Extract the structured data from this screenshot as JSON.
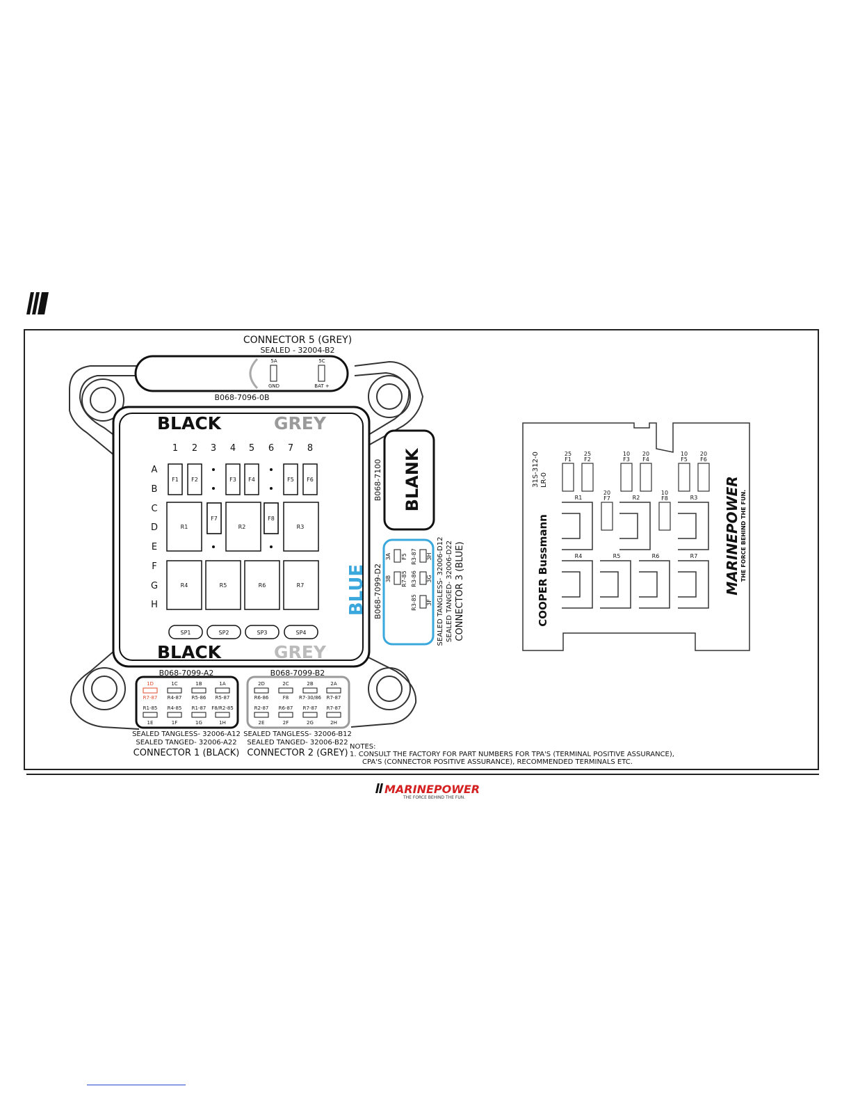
{
  "colors": {
    "black": "#111111",
    "grey": "#9a9a9a",
    "blue": "#3aa8dc",
    "red": "#e04a2a",
    "brand_red": "#d42020"
  },
  "header_mark_icon": "slash-stripes-icon",
  "connector5": {
    "title": "CONNECTOR 5 (GREY)",
    "part": "SEALED - 32004-B2",
    "pin_a": "5A",
    "pin_c": "5C",
    "pin_a_label": "GND",
    "pin_c_label": "BAT +",
    "code": "B068-7096-0B"
  },
  "block": {
    "top_left": "BLACK",
    "top_right": "GREY",
    "bottom_left": "BLACK",
    "bottom_right": "GREY",
    "columns": [
      "1",
      "2",
      "3",
      "4",
      "5",
      "6",
      "7",
      "8"
    ],
    "rows": [
      "A",
      "B",
      "C",
      "D",
      "E",
      "F",
      "G",
      "H"
    ],
    "fuses": [
      "F1",
      "F2",
      "F3",
      "F4",
      "F5",
      "F6",
      "F7",
      "F8"
    ],
    "relays": [
      "R1",
      "R2",
      "R3",
      "R4",
      "R5",
      "R6",
      "R7"
    ],
    "spares": [
      "SP1",
      "SP2",
      "SP3",
      "SP4"
    ]
  },
  "blank": {
    "label": "BLANK",
    "code": "B068-7100"
  },
  "connector3": {
    "color_label": "BLUE",
    "code": "B068-7099-D2",
    "title": "CONNECTOR 3 (BLUE)",
    "tanged": "SEALED TANGED- 32006-D22",
    "tangless": "SEALED TANGLESS- 32006-D12",
    "pins": [
      {
        "pin": "3A",
        "a": "F5",
        "b": "R3-87",
        "c": "3H"
      },
      {
        "pin": "3B",
        "a": "R7-85",
        "b": "R3-86",
        "c": "3G"
      },
      {
        "pin": "",
        "a": "R3-85",
        "b": "",
        "c": "3F"
      }
    ]
  },
  "connector1": {
    "code": "B068-7099-A2",
    "tangless": "SEALED TANGLESS- 32006-A12",
    "tanged": "SEALED TANGED- 32006-A22",
    "title": "CONNECTOR 1 (BLACK)",
    "top_pins": [
      "1D",
      "1C",
      "1B",
      "1A"
    ],
    "top_labels": [
      "R7-87",
      "R4-87",
      "R5-86",
      "R5-87"
    ],
    "bottom_labels": [
      "R1-85",
      "R4-85",
      "R1-87",
      "F8/R2-85"
    ],
    "bottom_pins": [
      "1E",
      "1F",
      "1G",
      "1H"
    ]
  },
  "connector2": {
    "code": "B068-7099-B2",
    "tangless": "SEALED TANGLESS- 32006-B12",
    "tanged": "SEALED TANGED- 32006-B22",
    "title": "CONNECTOR 2 (GREY)",
    "top_pins": [
      "2D",
      "2C",
      "2B",
      "2A"
    ],
    "top_labels": [
      "R6-86",
      "F8",
      "R7-30/86",
      "R7-87"
    ],
    "bottom_labels": [
      "R2-87",
      "R6-87",
      "R7-87",
      "R7-87"
    ],
    "bottom_pins": [
      "2E",
      "2F",
      "2G",
      "2H"
    ]
  },
  "notes": {
    "heading": "NOTES:",
    "line1": "1. CONSULT THE FACTORY FOR PART NUMBERS FOR TPA'S (TERMINAL POSITIVE ASSURANCE),",
    "line2": "CPA'S (CONNECTOR POSITIVE ASSURANCE), RECOMMENDED TERMINALS ETC."
  },
  "card": {
    "part": "31S-312-0",
    "rev": "LR-0",
    "maker": "COOPER Bussmann",
    "brand": "MARINEPOWER",
    "tagline": "THE FORCE BEHIND THE FUN.",
    "fuse_ratings": [
      {
        "f": "F1",
        "a": "25"
      },
      {
        "f": "F2",
        "a": "25"
      },
      {
        "f": "F3",
        "a": "10"
      },
      {
        "f": "F4",
        "a": "20"
      },
      {
        "f": "F5",
        "a": "10"
      },
      {
        "f": "F6",
        "a": "20"
      },
      {
        "f": "F7",
        "a": "20"
      },
      {
        "f": "F8",
        "a": "10"
      }
    ],
    "relays": [
      "R1",
      "R2",
      "R3",
      "R4",
      "R5",
      "R6",
      "R7"
    ]
  },
  "footer": {
    "brand": "MARINEPOWER",
    "tagline": "THE FORCE BEHIND THE FUN."
  }
}
